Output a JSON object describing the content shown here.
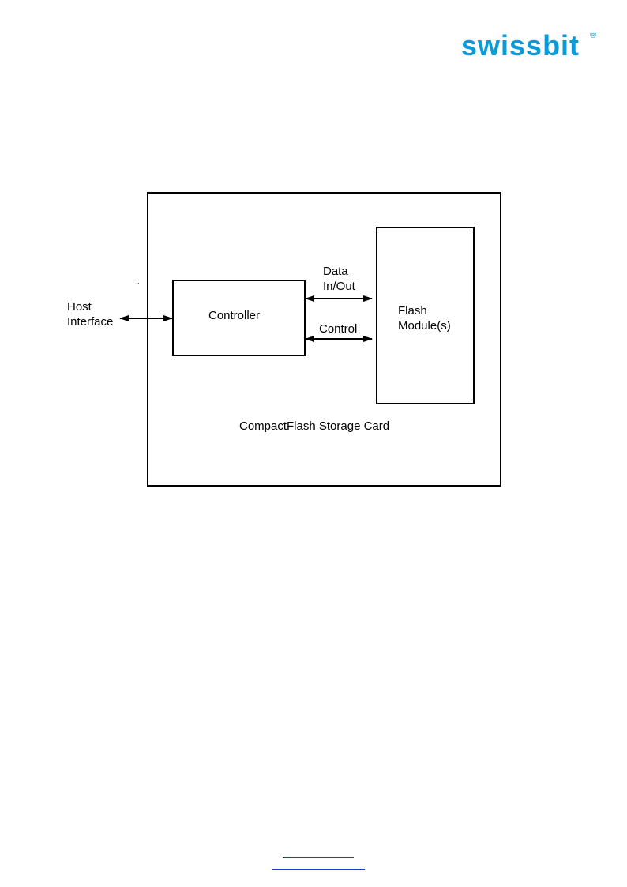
{
  "brand": {
    "name": "swissbit",
    "registered": "®",
    "color": "#0a9ad7"
  },
  "diagram": {
    "host_interface": {
      "line1": "Host",
      "line2": "Interface"
    },
    "controller": {
      "label": "Controller"
    },
    "flash_module": {
      "line1": "Flash",
      "line2": "Module(s)"
    },
    "data_link": {
      "line1": "Data",
      "line2": "In/Out"
    },
    "control_link": {
      "label": "Control"
    },
    "card": {
      "label": "CompactFlash Storage Card"
    },
    "line_color": "#000000"
  },
  "footer": {
    "link_color": "#1a3ccc"
  }
}
